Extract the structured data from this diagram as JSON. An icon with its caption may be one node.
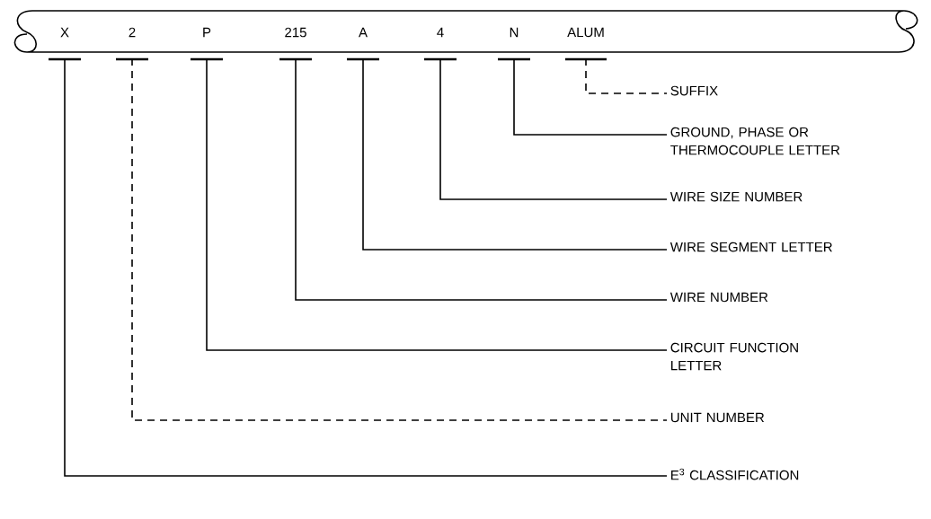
{
  "diagram": {
    "nodes": [
      {
        "text": [],
        "shape": "bar"
      },
      {
        "text": [
          "X"
        ],
        "in": 0
      },
      {
        "text": [
          "2"
        ],
        "in": 0
      },
      {
        "text": [
          "P"
        ],
        "in": 0
      },
      {
        "text": [
          "215"
        ],
        "in": 0
      },
      {
        "text": [
          "A"
        ],
        "in": 0
      },
      {
        "text": [
          "4"
        ],
        "in": 0
      },
      {
        "text": [
          "N"
        ],
        "in": 0
      },
      {
        "text": [
          "ALUM"
        ],
        "in": 0
      },
      {
        "text": [
          "SUFFIX"
        ]
      },
      {
        "text": [
          "GROUND, PHASE OR THERMOCOUPLE LETTER"
        ]
      },
      {
        "text": [
          "WIRE SIZE NUMBER"
        ]
      },
      {
        "text": [
          "WIRE SEGMENT LETTER"
        ]
      },
      {
        "text": [
          "WIRE NUMBER"
        ]
      },
      {
        "text": [
          "CIRCUIT FUNCTION LETTER"
        ]
      },
      {
        "text": [
          "UNIT NUMBER"
        ]
      },
      {
        "text": [
          "E$^{3}$ CLASSIFICATION"
        ]
      }
    ],
    "edges": [
      {
        "from": 1,
        "to": 16,
        "arrow": "none"
      },
      {
        "from": 2,
        "to": 15,
        "arrow": "none",
        "style": "dashed"
      },
      {
        "from": 3,
        "to": 14,
        "arrow": "none"
      },
      {
        "from": 4,
        "to": 13,
        "arrow": "none"
      },
      {
        "from": 5,
        "to": 12,
        "arrow": "none"
      },
      {
        "from": 6,
        "to": 11,
        "arrow": "none"
      },
      {
        "from": 7,
        "to": 10,
        "arrow": "none"
      },
      {
        "from": 8,
        "to": 9,
        "arrow": "none",
        "style": "dashed"
      }
    ]
  }
}
